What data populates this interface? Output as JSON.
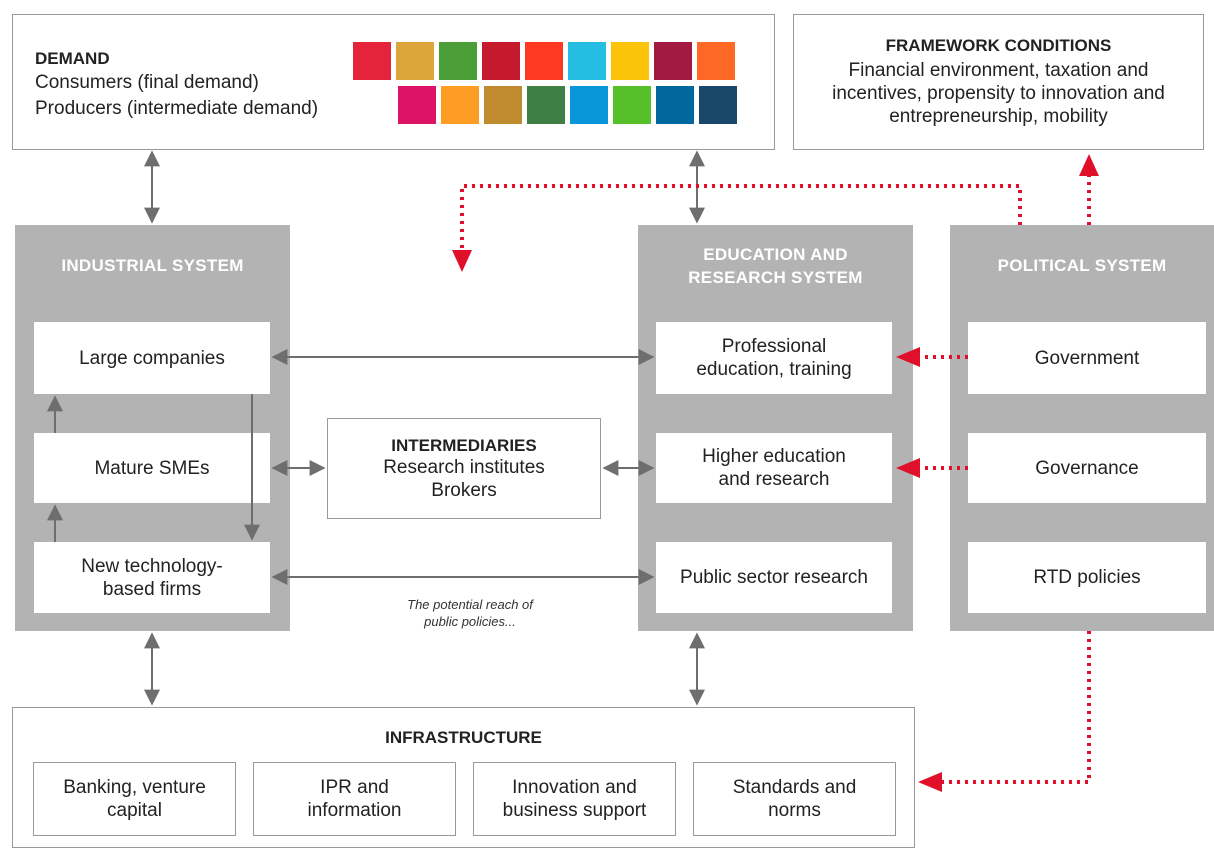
{
  "demand": {
    "title": "DEMAND",
    "line1": "Consumers (final demand)",
    "line2": "Producers (intermediate demand)",
    "sdg_icons": [
      {
        "color": "#e5243b"
      },
      {
        "color": "#dda63a"
      },
      {
        "color": "#4c9f38"
      },
      {
        "color": "#c5192d"
      },
      {
        "color": "#ff3a21"
      },
      {
        "color": "#26bde2"
      },
      {
        "color": "#fcc30b"
      },
      {
        "color": "#a21942"
      },
      {
        "color": "#fd6925"
      },
      {
        "color": "#dd1367"
      },
      {
        "color": "#fd9d24"
      },
      {
        "color": "#bf8b2e"
      },
      {
        "color": "#3f7e44"
      },
      {
        "color": "#0a97d9"
      },
      {
        "color": "#56c02b"
      },
      {
        "color": "#00689d"
      },
      {
        "color": "#19486a"
      }
    ]
  },
  "framework": {
    "title": "FRAMEWORK CONDITIONS",
    "line1": "Financial environment, taxation and",
    "line2": "incentives, propensity to innovation and",
    "line3": "entrepreneurship, mobility"
  },
  "industrial": {
    "title": "INDUSTRIAL SYSTEM",
    "large": "Large companies",
    "mature": "Mature SMEs",
    "newtech1": "New technology-",
    "newtech2": "based firms"
  },
  "education": {
    "title1": "EDUCATION AND",
    "title2": "RESEARCH SYSTEM",
    "prof1": "Professional",
    "prof2": "education, training",
    "higher1": "Higher education",
    "higher2": "and research",
    "public": "Public sector research"
  },
  "political": {
    "title": "POLITICAL SYSTEM",
    "government": "Government",
    "governance": "Governance",
    "rtd": "RTD policies"
  },
  "intermediaries": {
    "title": "INTERMEDIARIES",
    "line1": "Research institutes",
    "line2": "Brokers"
  },
  "note": {
    "line1": "The potential reach of",
    "line2": "public policies..."
  },
  "infrastructure": {
    "title": "INFRASTRUCTURE",
    "banking1": "Banking, venture",
    "banking2": "capital",
    "ipr1": "IPR and",
    "ipr2": "information",
    "innov1": "Innovation and",
    "innov2": "business support",
    "std1": "Standards and",
    "std2": "norms"
  },
  "colors": {
    "system_grey": "#b3b3b3",
    "arrow_grey": "#6e6e6e",
    "policy_red": "#e0102b"
  }
}
